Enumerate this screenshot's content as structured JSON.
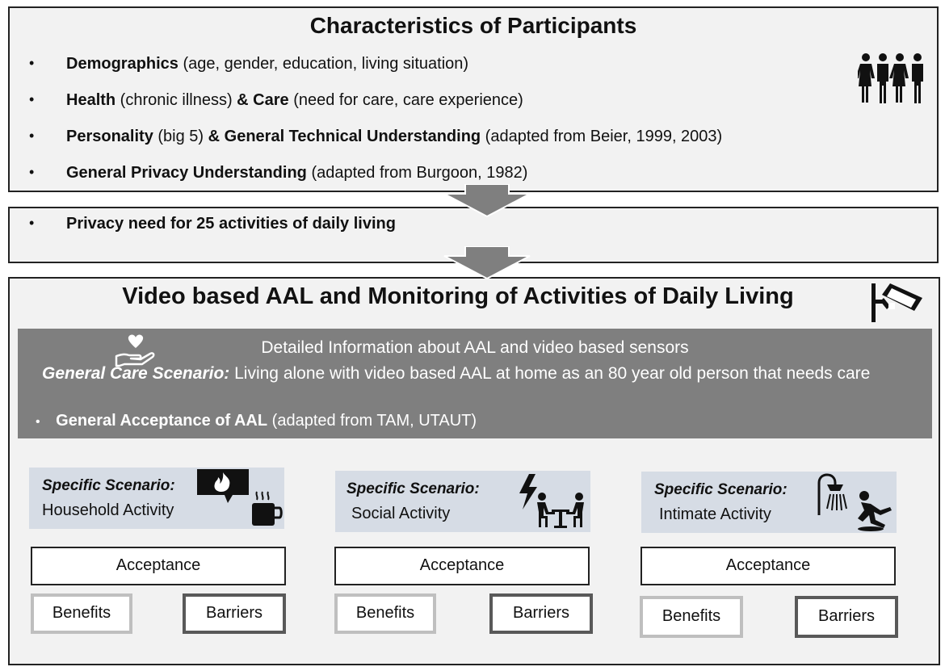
{
  "top_panel": {
    "title": "Characteristics of Participants",
    "items": [
      {
        "bold1": "Demographics",
        "plain1": " (age, gender, education, living situation)",
        "bold2": "",
        "plain2": ""
      },
      {
        "bold1": "Health",
        "plain1": " (chronic illness) ",
        "bold2": "& Care",
        "plain2": " (need for care, care experience)"
      },
      {
        "bold1": "Personality",
        "plain1": " (big 5) ",
        "bold2": "& General Technical Understanding",
        "plain2": " (adapted from Beier, 1999, 2003)"
      },
      {
        "bold1": "General Privacy Understanding",
        "plain1": " (adapted from Burgoon, 1982)",
        "bold2": "",
        "plain2": ""
      }
    ],
    "bullet": "•"
  },
  "privacy_panel": {
    "bullet": "•",
    "text": "Privacy need for 25 activities of daily living"
  },
  "video_panel": {
    "title": "Video based AAL and Monitoring of Activities of Daily Living",
    "info_line": "Detailed Information about AAL and video based sensors",
    "care_label": "General Care Scenario:",
    "care_text": " Living alone with video based AAL at home as an 80 year old person that needs care",
    "acceptance_bullet": "•",
    "acceptance_bold": "General Acceptance of AAL",
    "acceptance_plain": " (adapted from TAM, UTAUT)"
  },
  "scenarios": [
    {
      "label": "Specific Scenario:",
      "name": "Household Activity",
      "acceptance": "Acceptance",
      "benefits": "Benefits",
      "barriers": "Barriers"
    },
    {
      "label": "Specific Scenario:",
      "name": "Social Activity",
      "acceptance": "Acceptance",
      "benefits": "Benefits",
      "barriers": "Barriers"
    },
    {
      "label": "Specific Scenario:",
      "name": "Intimate Activity",
      "acceptance": "Acceptance",
      "benefits": "Benefits",
      "barriers": "Barriers"
    }
  ],
  "icons": [
    "people-group-icon",
    "security-camera-icon",
    "heart-hand-icon",
    "fire-speech-icon",
    "coffee-cup-icon",
    "lightning-icon",
    "people-at-table-icon",
    "shower-icon",
    "person-falling-icon"
  ],
  "colors": {
    "panel": "#f2f2f2",
    "grey_box": "#7f7f7f",
    "scenario_box": "#d6dce5",
    "arrow": "#7f7f7f",
    "benefit_border": "#bfbfbf",
    "barrier_border": "#595959"
  }
}
